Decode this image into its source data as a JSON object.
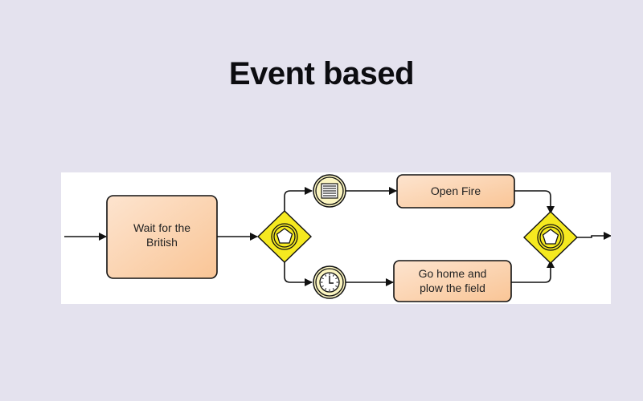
{
  "slide": {
    "title": "Event based"
  },
  "diagram": {
    "type": "BPMN event-based gateway",
    "tasks": [
      {
        "id": "wait",
        "lines": [
          "Wait for the",
          "British"
        ]
      },
      {
        "id": "fire",
        "lines": [
          "Open Fire"
        ]
      },
      {
        "id": "home",
        "lines": [
          "Go home and",
          "plow the field"
        ]
      }
    ],
    "events": [
      {
        "id": "message",
        "icon": "message-list-icon",
        "kind": "intermediate message event"
      },
      {
        "id": "timer",
        "icon": "clock-icon",
        "kind": "intermediate timer event"
      }
    ],
    "gateways": [
      {
        "id": "split",
        "icon": "pentagon-icon",
        "kind": "event-based gateway"
      },
      {
        "id": "join",
        "icon": "pentagon-icon",
        "kind": "event-based gateway"
      }
    ],
    "colors": {
      "task_fill_start": "#fde2cb",
      "task_fill_end": "#f9c89e",
      "gateway_fill": "#f5e920",
      "event_fill": "#fbf5c0",
      "stroke": "#111111"
    }
  }
}
